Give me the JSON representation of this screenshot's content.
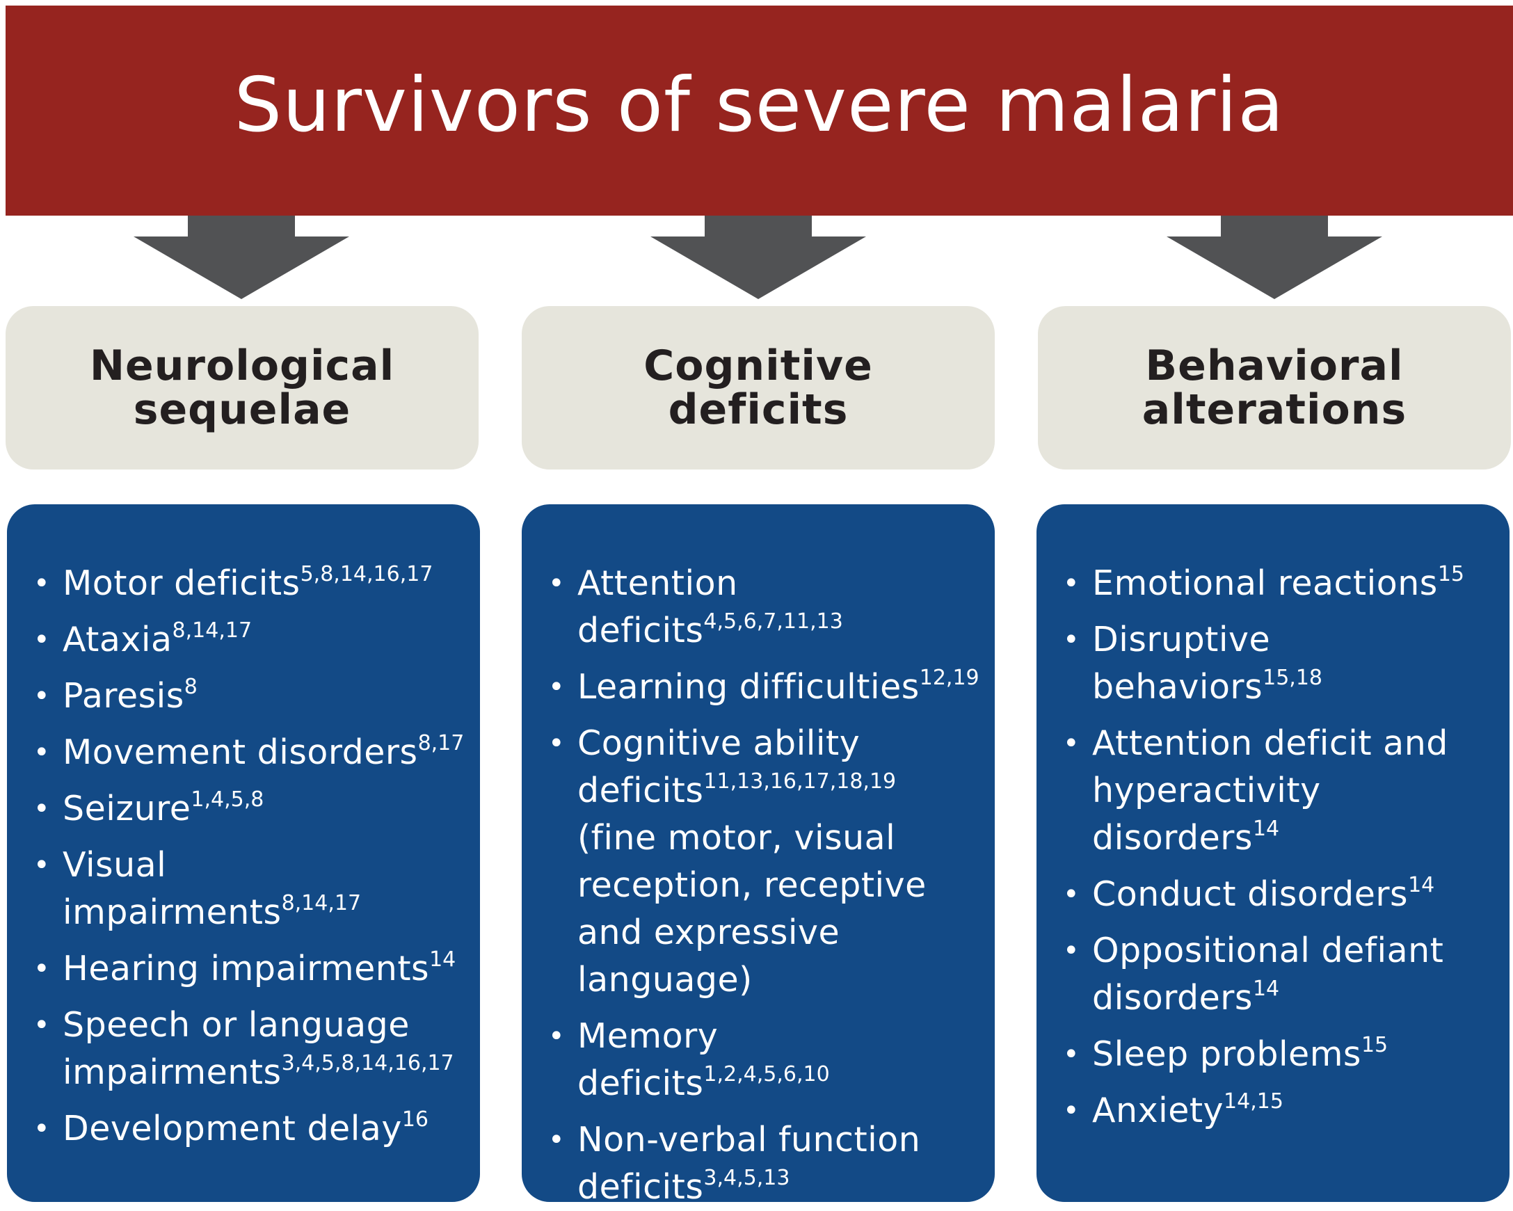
{
  "title": "Survivors of severe malaria",
  "colors": {
    "banner": "#96241f",
    "arrow": "#515254",
    "header_box": "#e6e5dc",
    "list_box": "#134a86",
    "header_text": "#231f20",
    "list_text": "#ffffff"
  },
  "columns": [
    {
      "heading": [
        "Neurological",
        "sequelae"
      ],
      "items": [
        {
          "text": "Motor deficits",
          "refs": "5,8,14,16,17"
        },
        {
          "text": "Ataxia",
          "refs": "8,14,17"
        },
        {
          "text": "Paresis",
          "refs": "8"
        },
        {
          "text": "Movement disorders",
          "refs": "8,17"
        },
        {
          "text": "Seizure",
          "refs": "1,4,5,8"
        },
        {
          "text": "Visual impairments",
          "refs": "8,14,17"
        },
        {
          "text": "Hearing impairments",
          "refs": "14"
        },
        {
          "text": "Speech or language impairments",
          "refs": "3,4,5,8,14,16,17"
        },
        {
          "text": "Development delay",
          "refs": "16"
        }
      ]
    },
    {
      "heading": [
        "Cognitive",
        "deficits"
      ],
      "items": [
        {
          "text": "Attention deficits",
          "refs": "4,5,6,7,11,13"
        },
        {
          "text": "Learning difficulties",
          "refs": "12,19"
        },
        {
          "text": "Cognitive ability deficits",
          "refs": "11,13,16,17,18,19",
          "after": " (fine motor, visual reception, receptive and expressive language)"
        },
        {
          "text": "Memory deficits",
          "refs": "1,2,4,5,6,10"
        },
        {
          "text": "Non-verbal function deficits",
          "refs": "3,4,5,13"
        }
      ]
    },
    {
      "heading": [
        "Behavioral",
        "alterations"
      ],
      "items": [
        {
          "text": "Emotional reactions",
          "refs": "15"
        },
        {
          "text": "Disruptive behaviors",
          "refs": "15,18"
        },
        {
          "text": "Attention deficit and hyperactivity disorders",
          "refs": "14"
        },
        {
          "text": "Conduct disorders",
          "refs": "14"
        },
        {
          "text": "Oppositional defiant disorders",
          "refs": "14"
        },
        {
          "text": "Sleep problems",
          "refs": "15"
        },
        {
          "text": "Anxiety",
          "refs": "14,15"
        }
      ]
    }
  ]
}
